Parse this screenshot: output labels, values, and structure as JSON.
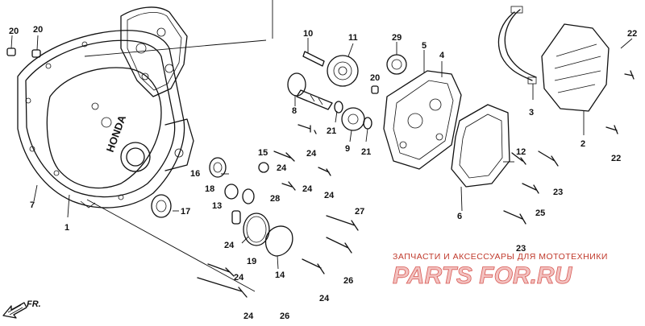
{
  "diagram": {
    "case_logo_text": "HONDA",
    "callouts": {
      "c20a": "20",
      "c20b": "20",
      "c20c": "20",
      "c10": "10",
      "c11": "11",
      "c29": "29",
      "c5": "5",
      "c4": "4",
      "c22a": "22",
      "c22b": "22",
      "c3": "3",
      "c2": "2",
      "c7": "7",
      "c1": "1",
      "c8": "8",
      "c21a": "21",
      "c21b": "21",
      "c9": "9",
      "c24a": "24",
      "c24b": "24",
      "c24c": "24",
      "c24d": "24",
      "c24e": "24",
      "c24f": "24",
      "c15": "15",
      "c16": "16",
      "c18": "18",
      "c28": "28",
      "c17": "17",
      "c13": "13",
      "c19": "19",
      "c14": "14",
      "c12": "12",
      "c23a": "23",
      "c23b": "23",
      "c25": "25",
      "c6": "6",
      "c27": "27",
      "c26a": "26",
      "c26b": "26"
    },
    "front_marker": "FR."
  },
  "watermark": {
    "tagline": "ЗАПЧАСТИ И АКСЕССУАРЫ ДЛЯ МОТОТЕХНИКИ",
    "logo": "PARTS FOR.RU"
  }
}
